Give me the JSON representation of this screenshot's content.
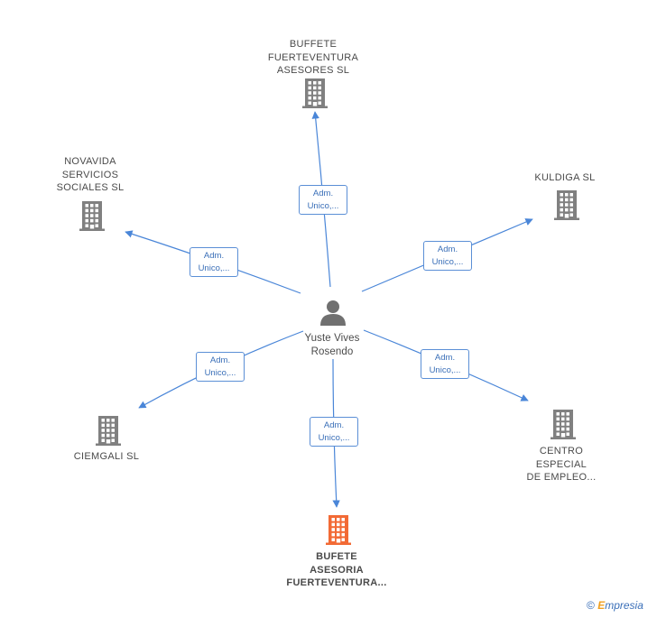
{
  "center": {
    "name": "Yuste Vives\nRosendo",
    "icon": "person-icon"
  },
  "companies": [
    {
      "id": "c1",
      "name": "BUFFETE\nFUERTEVENTURA\nASESORES SL",
      "icon": "building-icon",
      "highlight": false
    },
    {
      "id": "c2",
      "name": "NOVAVIDA\nSERVICIOS\nSOCIALES  SL",
      "icon": "building-icon",
      "highlight": false
    },
    {
      "id": "c3",
      "name": "KULDIGA  SL",
      "icon": "building-icon",
      "highlight": false
    },
    {
      "id": "c4",
      "name": "CIEMGALI  SL",
      "icon": "building-icon",
      "highlight": false
    },
    {
      "id": "c5",
      "name": "CENTRO\nESPECIAL\nDE EMPLEO...",
      "icon": "building-icon",
      "highlight": false
    },
    {
      "id": "c6",
      "name": "BUFETE\nASESORIA\nFUERTEVENTURA...",
      "icon": "building-icon",
      "highlight": true
    }
  ],
  "edges": [
    {
      "to": "c1",
      "line1": "Adm.",
      "line2": "Unico,..."
    },
    {
      "to": "c2",
      "line1": "Adm.",
      "line2": "Unico,..."
    },
    {
      "to": "c3",
      "line1": "Adm.",
      "line2": "Unico,..."
    },
    {
      "to": "c4",
      "line1": "Adm.",
      "line2": "Unico,..."
    },
    {
      "to": "c5",
      "line1": "Adm.",
      "line2": "Unico,..."
    },
    {
      "to": "c6",
      "line1": "Adm.",
      "line2": "Unico,..."
    }
  ],
  "colors": {
    "edge": "#4a86d8",
    "building": "#808080",
    "highlight": "#f26a35",
    "person": "#707070"
  },
  "footer": {
    "copyright": "©",
    "brand_e": "E",
    "brand_rest": "mpresia"
  }
}
